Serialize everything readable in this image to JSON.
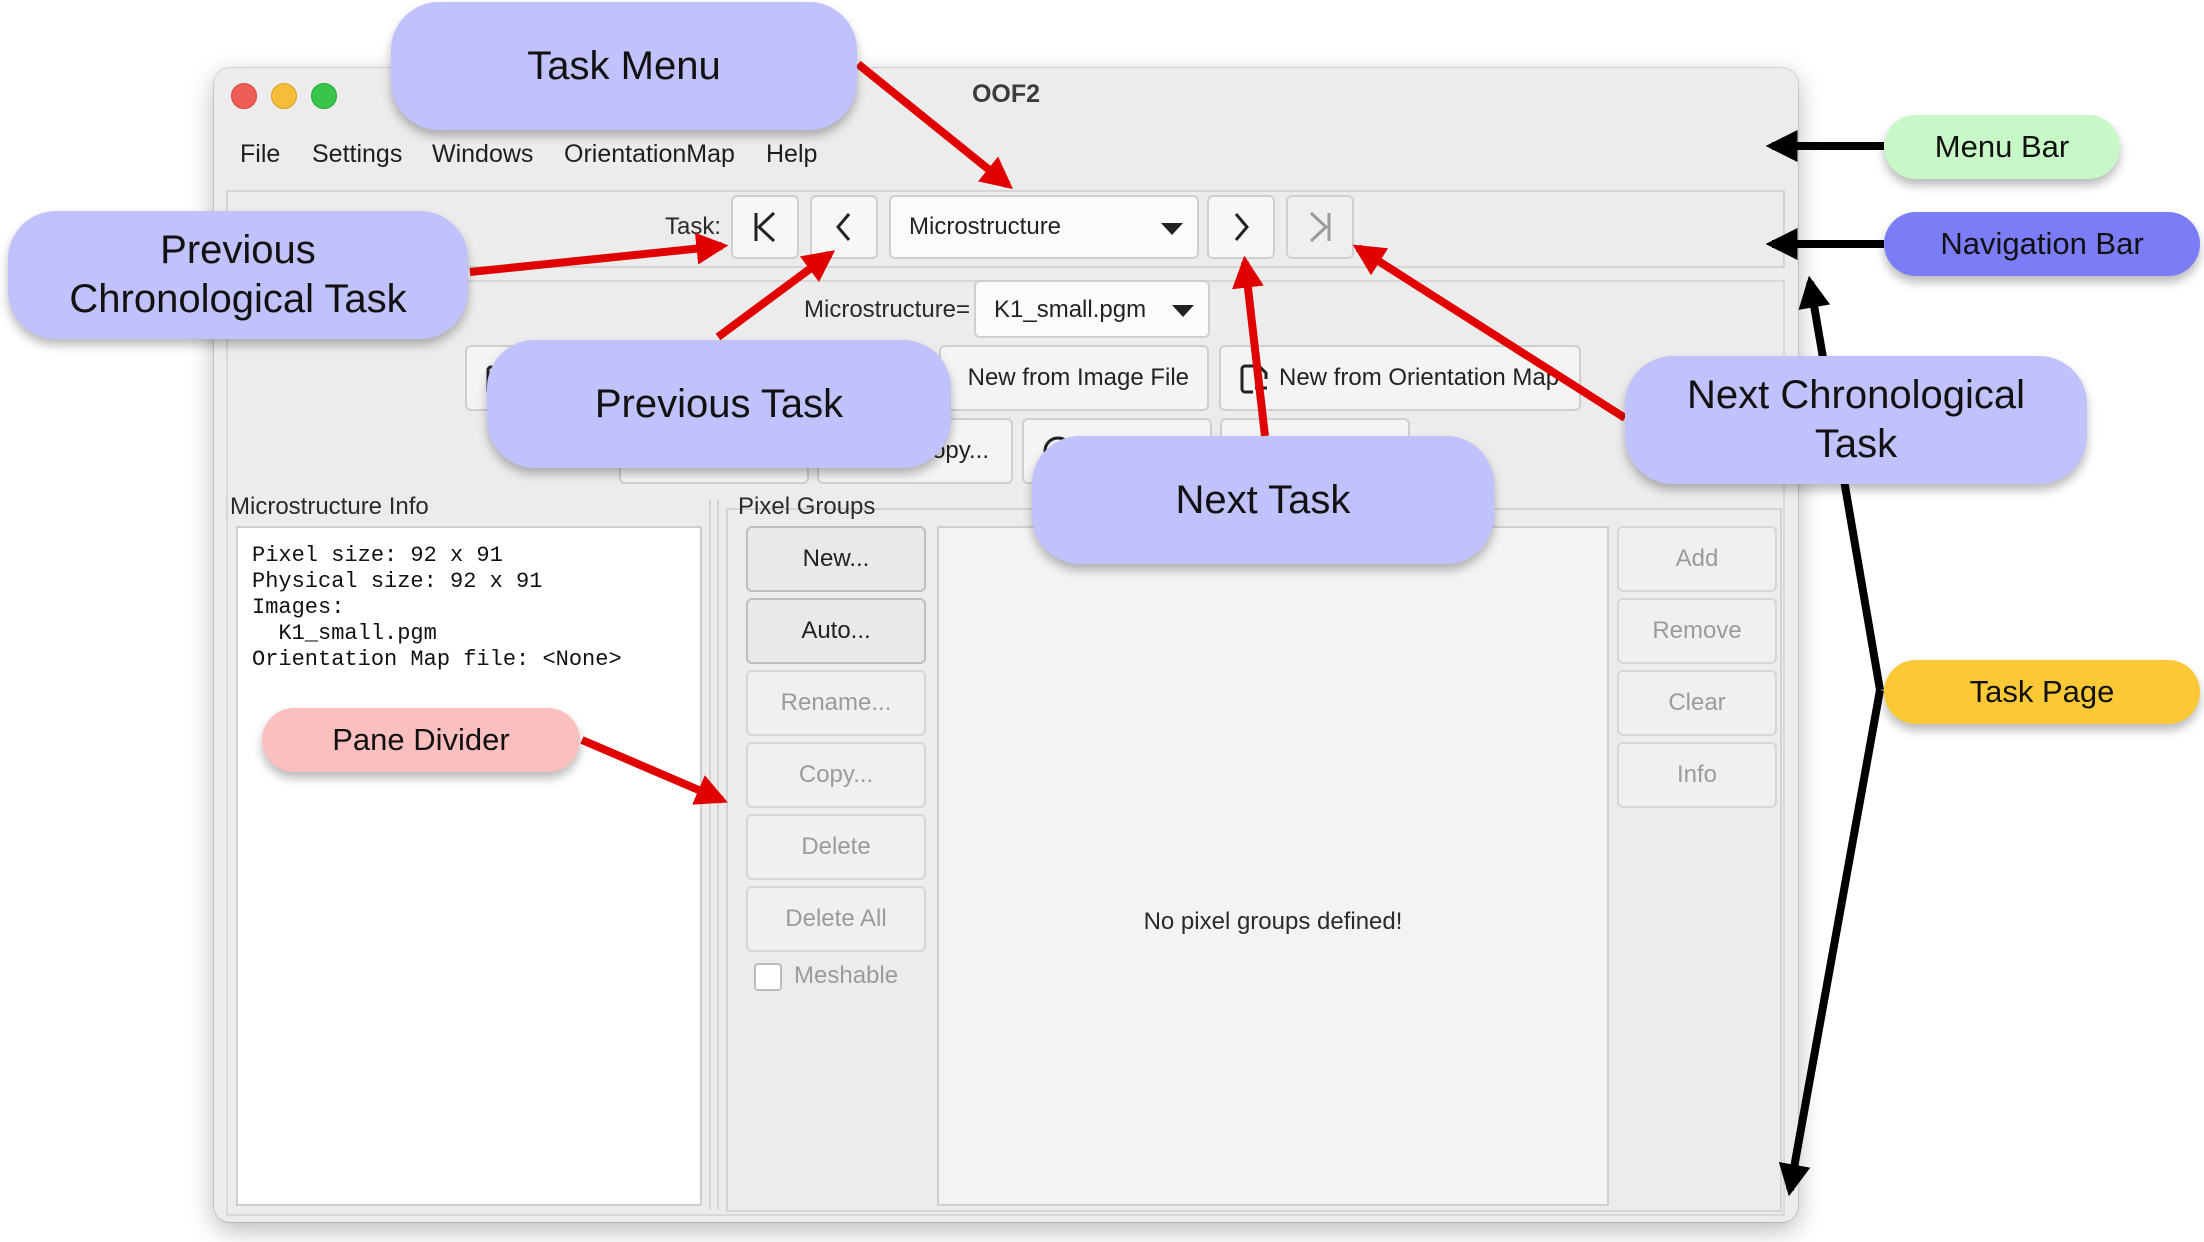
{
  "window": {
    "title": "OOF2",
    "menus": [
      "File",
      "Settings",
      "Windows",
      "OrientationMap",
      "Help"
    ]
  },
  "nav": {
    "task_label": "Task:",
    "task_value": "Microstructure",
    "first_icon": "first-task-icon",
    "prev_icon": "chevron-left-icon",
    "next_icon": "chevron-right-icon",
    "last_icon": "last-task-icon"
  },
  "task_page": {
    "microstructure_label": "Microstructure=",
    "microstructure_value": "K1_small.pgm",
    "new_from_image": "New from Image File",
    "new_from_orientation": "New from Orientation Map",
    "copy_button": "Copy...",
    "info_title": "Microstructure Info",
    "info_lines": [
      "Pixel size: 92 x 91",
      "Physical size: 92 x 91",
      "Images:",
      "  K1_small.pgm",
      "Orientation Map file: <None>"
    ],
    "pixel_groups_title": "Pixel Groups",
    "pg_buttons": [
      "New...",
      "Auto...",
      "Rename...",
      "Copy...",
      "Delete",
      "Delete All"
    ],
    "meshable": "Meshable",
    "empty_message": "No pixel groups defined!",
    "right_buttons": [
      "Add",
      "Remove",
      "Clear",
      "Info"
    ]
  },
  "annotations": {
    "task_menu": "Task Menu",
    "menu_bar": "Menu Bar",
    "navigation_bar": "Navigation Bar",
    "prev_chrono_1": "Previous",
    "prev_chrono_2": "Chronological Task",
    "previous_task": "Previous Task",
    "next_chrono_1": "Next Chronological",
    "next_chrono_2": "Task",
    "next_task": "Next Task",
    "task_page": "Task Page",
    "pane_divider": "Pane Divider"
  },
  "colors": {
    "callout_purple": "#c1c1fc",
    "callout_green": "#c8f8c8",
    "callout_blue": "#7b7cf6",
    "callout_yellow": "#fbc935",
    "callout_pink": "#fcbfc0",
    "arrow_red": "#e00000",
    "arrow_black": "#000000"
  }
}
